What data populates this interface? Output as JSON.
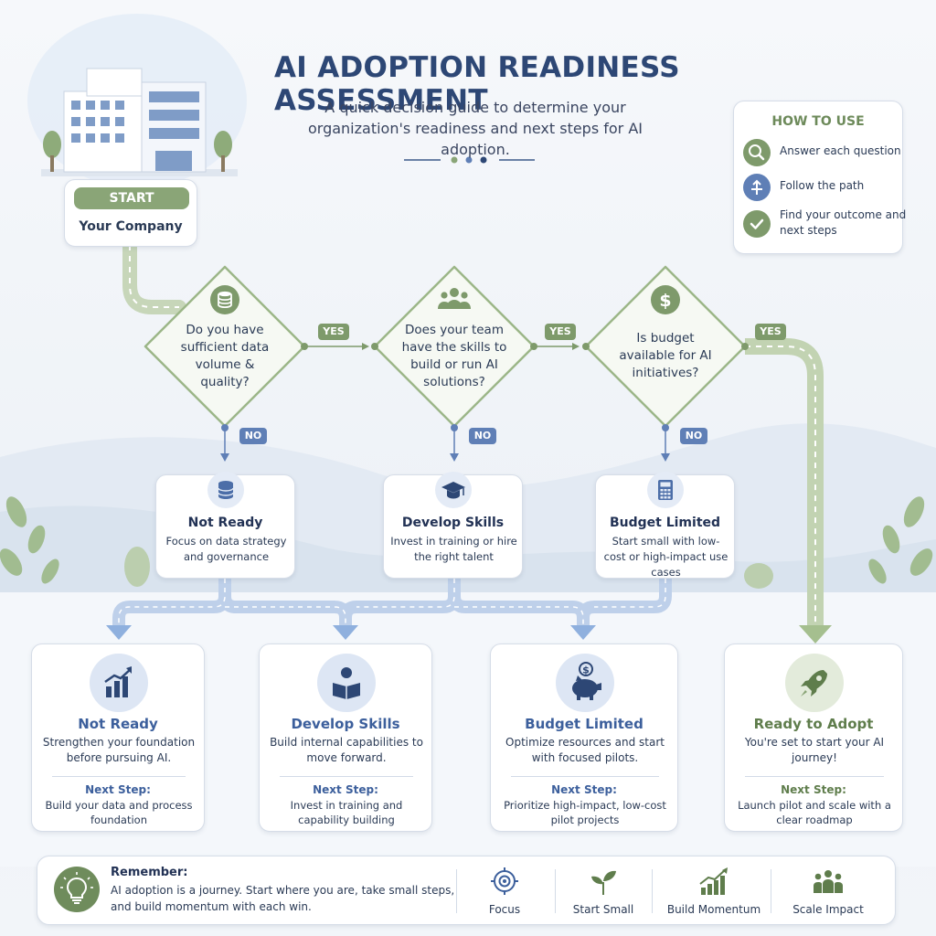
{
  "header": {
    "title": "AI ADOPTION READINESS ASSESSMENT",
    "subtitle": "A quick decision guide to determine your organization's readiness and next steps for AI adoption."
  },
  "start": {
    "pill": "START",
    "label": "Your Company"
  },
  "how_to": {
    "title": "HOW TO USE",
    "steps": [
      {
        "icon": "magnifier-icon",
        "text": "Answer each question"
      },
      {
        "icon": "path-arrows-icon",
        "text": "Follow the path"
      },
      {
        "icon": "checkmark-icon",
        "text": "Find your outcome and next steps"
      }
    ]
  },
  "questions": [
    {
      "icon": "database-icon",
      "text": "Do you have sufficient data volume & quality?",
      "yes": "YES",
      "no": "NO"
    },
    {
      "icon": "team-icon",
      "text": "Does your team have the skills to build or run AI solutions?",
      "yes": "YES",
      "no": "NO"
    },
    {
      "icon": "dollar-icon",
      "text": "Is budget available for AI initiatives?",
      "yes": "YES",
      "no": "NO"
    }
  ],
  "gaps": [
    {
      "icon": "database-icon",
      "title": "Not Ready",
      "desc": "Focus on data strategy and governance"
    },
    {
      "icon": "graduation-cap-icon",
      "title": "Develop Skills",
      "desc": "Invest in training or hire the right talent"
    },
    {
      "icon": "calculator-icon",
      "title": "Budget Limited",
      "desc": "Start small with low-cost or high-impact use cases"
    }
  ],
  "outcomes": [
    {
      "icon": "bar-chart-icon",
      "title": "Not Ready",
      "desc": "Strengthen your foundation before pursuing AI.",
      "next_label": "Next Step:",
      "next": "Build your data and process foundation"
    },
    {
      "icon": "reader-icon",
      "title": "Develop Skills",
      "desc": "Build internal capabilities to move forward.",
      "next_label": "Next Step:",
      "next": "Invest in training and capability building"
    },
    {
      "icon": "piggy-bank-icon",
      "title": "Budget Limited",
      "desc": "Optimize resources and start with focused pilots.",
      "next_label": "Next Step:",
      "next": "Prioritize high-impact, low-cost pilot projects"
    },
    {
      "icon": "rocket-icon",
      "title": "Ready to Adopt",
      "desc": "You're set to start your AI journey!",
      "next_label": "Next Step:",
      "next": "Launch pilot and scale with a clear roadmap"
    }
  ],
  "remember": {
    "title": "Remember:",
    "text": "AI adoption is a journey. Start where you are, take small steps, and build momentum with each win.",
    "pillars": [
      {
        "icon": "target-icon",
        "label": "Focus"
      },
      {
        "icon": "sprout-icon",
        "label": "Start Small"
      },
      {
        "icon": "growth-chart-icon",
        "label": "Build Momentum"
      },
      {
        "icon": "people-icon",
        "label": "Scale Impact"
      }
    ]
  },
  "colors": {
    "navy": "#2d4775",
    "green": "#7e9a6b",
    "blue": "#5f7fb6",
    "outcome_blue": "#3c5f9c",
    "outcome_green": "#5f7d4c"
  }
}
